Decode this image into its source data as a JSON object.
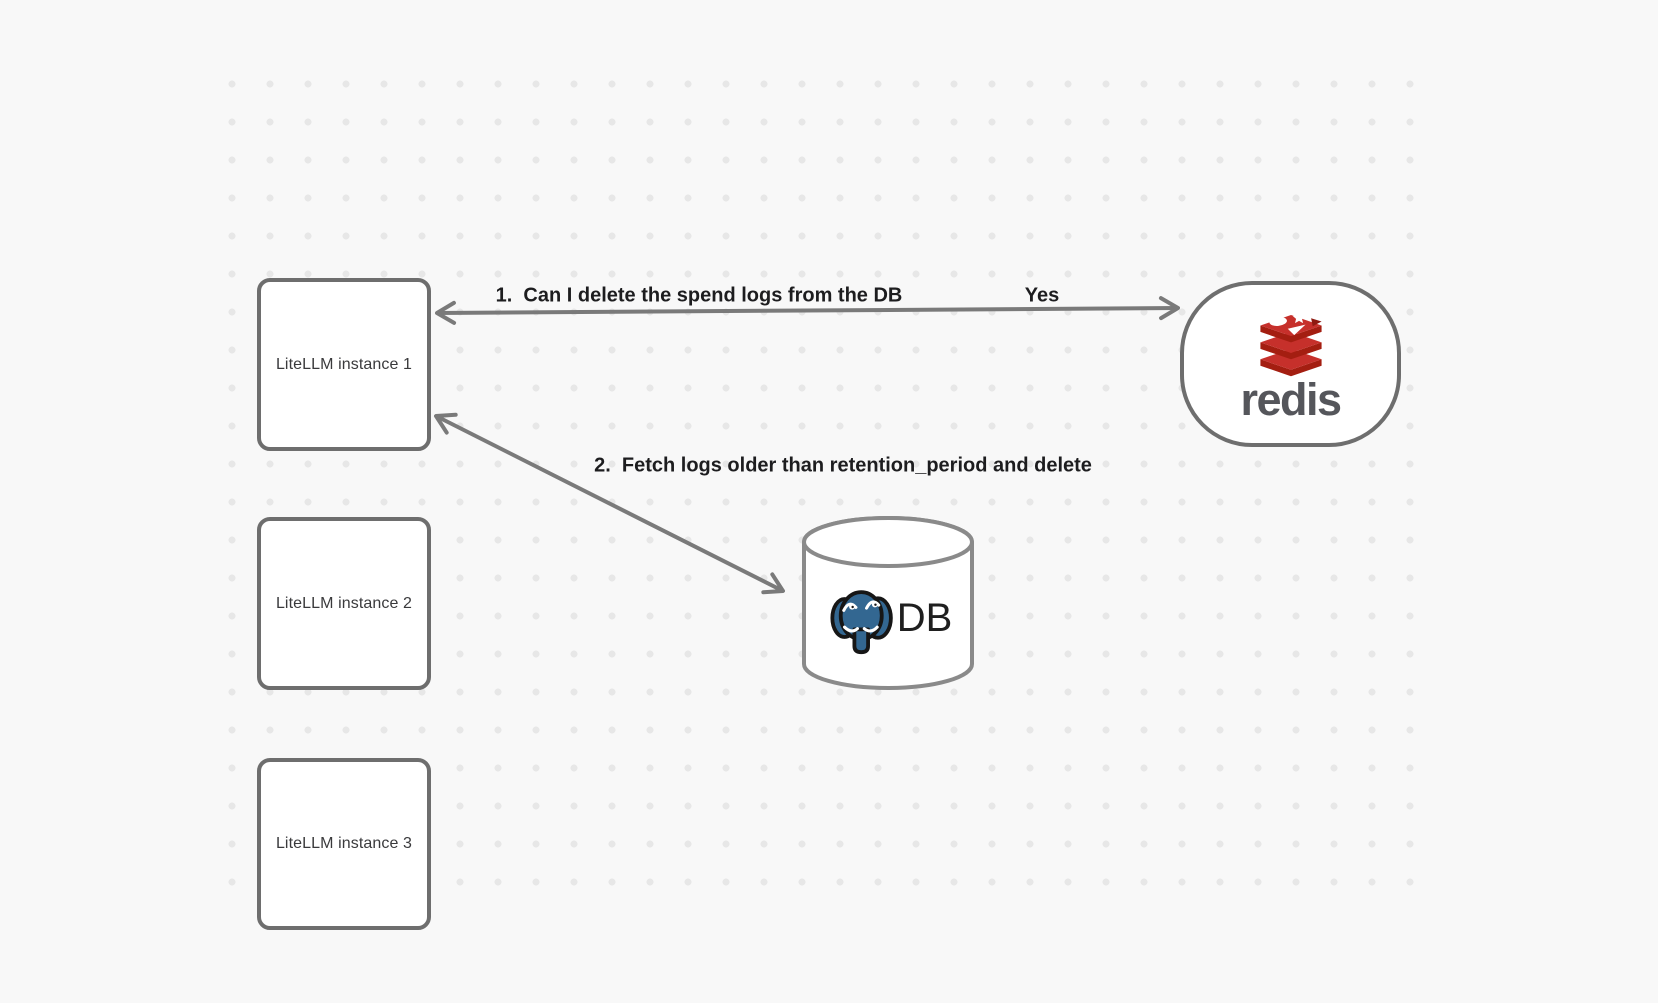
{
  "diagram": {
    "nodes": {
      "litellm_instances": [
        {
          "label": "LiteLLM instance 1"
        },
        {
          "label": "LiteLLM instance 2"
        },
        {
          "label": "LiteLLM instance 3"
        }
      ],
      "redis": {
        "wordmark": "redis",
        "icon": "redis-cube-stack-logo"
      },
      "database": {
        "label": "DB",
        "icon": "postgresql-elephant-logo"
      }
    },
    "edges": [
      {
        "from": "LiteLLM instance 1",
        "to": "redis",
        "direction": "bidirectional",
        "label": "1.  Can I delete the spend logs from the DB",
        "reply": "Yes"
      },
      {
        "from": "LiteLLM instance 1",
        "to": "database",
        "direction": "bidirectional",
        "label": "2.  Fetch logs older than retention_period and delete"
      }
    ],
    "colors": {
      "background": "#f8f8f8",
      "grid_dot": "#e7e7e7",
      "node_border": "#6e6e6e",
      "arrow": "#7a7a7a",
      "edge_label_text": "#1d1d1f",
      "node_label_text": "#3a3a3c",
      "redis_red": "#c6302b",
      "redis_red_dark": "#a41e11",
      "redis_wordmark_gray": "#55565b",
      "postgres_blue": "#336791"
    }
  }
}
